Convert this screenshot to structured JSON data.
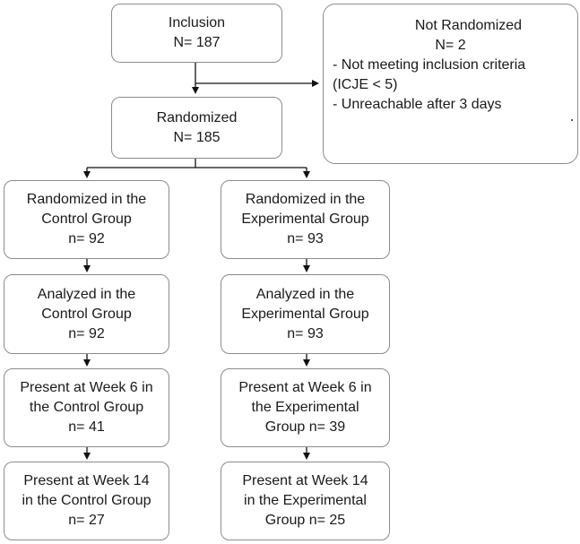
{
  "inclusion": {
    "title": "Inclusion",
    "n": "N= 187"
  },
  "not_randomized": {
    "title": "Not Randomized",
    "n": "N=  2",
    "reasons": [
      "- Not meeting inclusion criteria",
      "(ICJE < 5)",
      "- Unreachable after 3 days"
    ]
  },
  "randomized": {
    "title": "Randomized",
    "n": "N= 185"
  },
  "control": [
    {
      "line1": "Randomized  in the",
      "line2": "Control Group",
      "line3": "n= 92"
    },
    {
      "line1": "Analyzed  in the",
      "line2": "Control Group",
      "line3": "n= 92"
    },
    {
      "line1": "Present at Week 6 in",
      "line2": "the Control Group",
      "line3": "n= 41"
    },
    {
      "line1": "Present at Week 14",
      "line2": "in the Control Group",
      "line3": "n= 27"
    }
  ],
  "experimental": [
    {
      "line1": "Randomized  in the",
      "line2": "Experimental  Group",
      "line3": "n= 93"
    },
    {
      "line1": "Analyzed  in the",
      "line2": "Experimental  Group",
      "line3": "n= 93"
    },
    {
      "line1": "Present at Week 6 in",
      "line2": "the Experimental",
      "line3": "Group n= 39"
    },
    {
      "line1": "Present at Week 14",
      "line2": "in the Experimental",
      "line3": "Group n= 25"
    }
  ]
}
